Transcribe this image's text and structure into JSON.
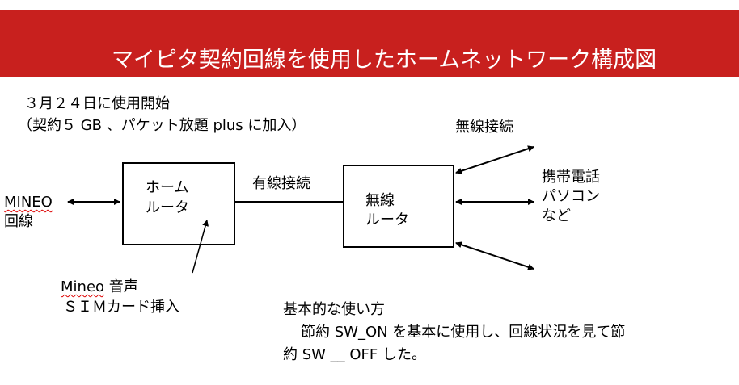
{
  "header": {
    "title": "マイピタ契約回線を使用したホームネットワーク構成図",
    "color": "#c8201e"
  },
  "notes": {
    "start_line1": "３月２４日に使用開始",
    "start_line2": "（契約５ GB 、パケット放題 plus に加入）"
  },
  "diagram": {
    "mineo_line1": "MINEO",
    "mineo_line2": "回線",
    "home_router_line1": "ホーム",
    "home_router_line2": "ルータ",
    "wired_label": "有線接続",
    "wireless_router_line1": "無線",
    "wireless_router_line2": "ルータ",
    "wireless_label": "無線接続",
    "devices_line1": "携帯電話",
    "devices_line2": "パソコン",
    "devices_line3": "など",
    "sim_line1_word": "Mineo",
    "sim_line1_rest": " 音声",
    "sim_line2": "ＳＩＭカード挿入"
  },
  "usage": {
    "heading": "基本的な使い方",
    "line1": "節約 SW_ON を基本に使用し、回線状況を見て節",
    "line2": "約 SW __ OFF した。"
  }
}
